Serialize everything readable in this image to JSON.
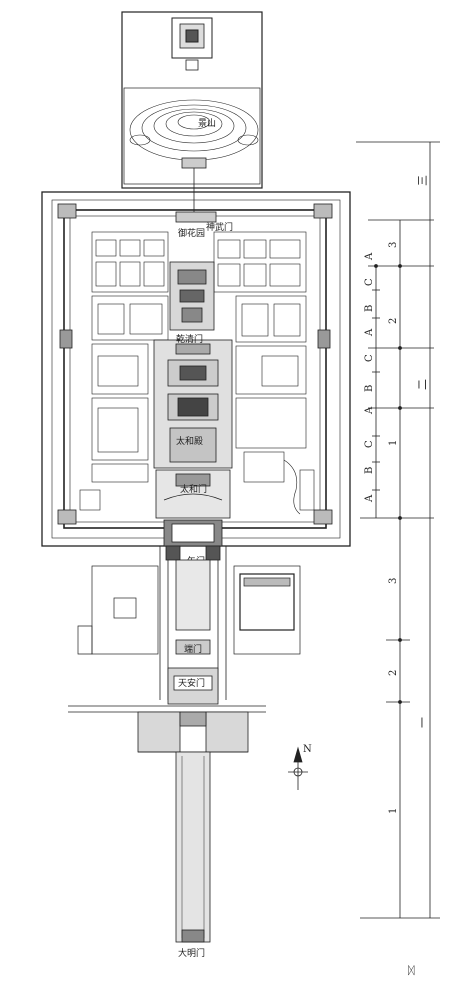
{
  "labels": {
    "jingshan": "景山",
    "shenwumen": "神武门",
    "yuhuayuan": "御花园",
    "qianqingmen": "乾清门",
    "taihedian": "太和殿",
    "taihemen": "太和门",
    "wumen": "午门",
    "duanmen": "端门",
    "tiananmen": "天安门",
    "damingmen": "大明门",
    "north": "N"
  },
  "scale": {
    "abc": [
      "A",
      "B",
      "C",
      "A",
      "B",
      "C",
      "A",
      "B",
      "C",
      "A"
    ],
    "numbers": [
      "3",
      "2",
      "1",
      "3",
      "2",
      "1"
    ],
    "romans": [
      "三",
      "二",
      "一"
    ]
  },
  "footer": {
    "mark": "ᛞ"
  }
}
